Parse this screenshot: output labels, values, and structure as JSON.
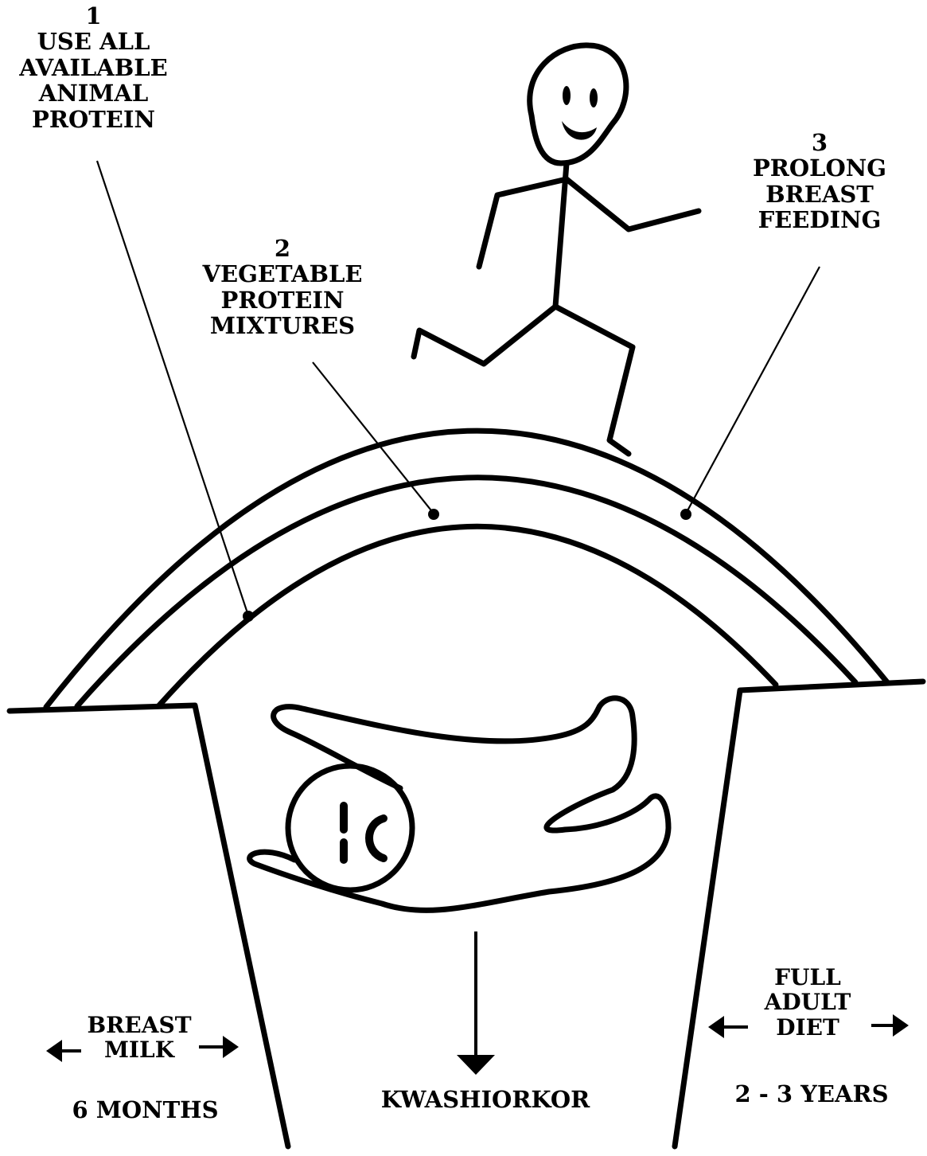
{
  "labels": {
    "item1": {
      "number": "1",
      "lines": [
        "USE ALL",
        "AVAILABLE",
        "ANIMAL",
        "PROTEIN"
      ]
    },
    "item2": {
      "number": "2",
      "lines": [
        "VEGETABLE",
        "PROTEIN",
        "MIXTURES"
      ]
    },
    "item3": {
      "number": "3",
      "lines": [
        "PROLONG",
        "BREAST",
        "FEEDING"
      ]
    },
    "breast_milk": [
      "BREAST",
      "MILK"
    ],
    "six_months": "6 MONTHS",
    "kwashiorkor": "KWASHIORKOR",
    "full_adult_diet": [
      "FULL",
      "ADULT",
      "DIET"
    ],
    "two_three_years": "2 - 3 YEARS"
  }
}
